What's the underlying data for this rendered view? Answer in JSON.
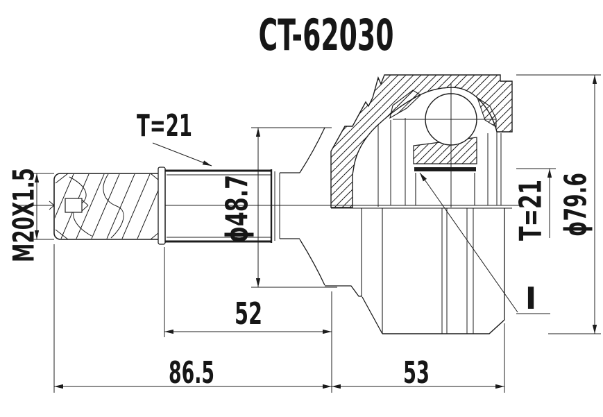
{
  "title": "CT-62030",
  "colors": {
    "line": "#1c1c1c",
    "background": "#ffffff"
  },
  "dimensions": {
    "thread_spec": "M20X1.5",
    "spline_count_shaft": "T=21",
    "shaft_seal_diameter": "ϕ48.7",
    "spline_count_inner_race": "T=21",
    "body_outer_diameter": "ϕ79.6",
    "spline_section_length": "52",
    "shaft_length": "86.5",
    "body_length": "53",
    "detail_marker": "I"
  }
}
